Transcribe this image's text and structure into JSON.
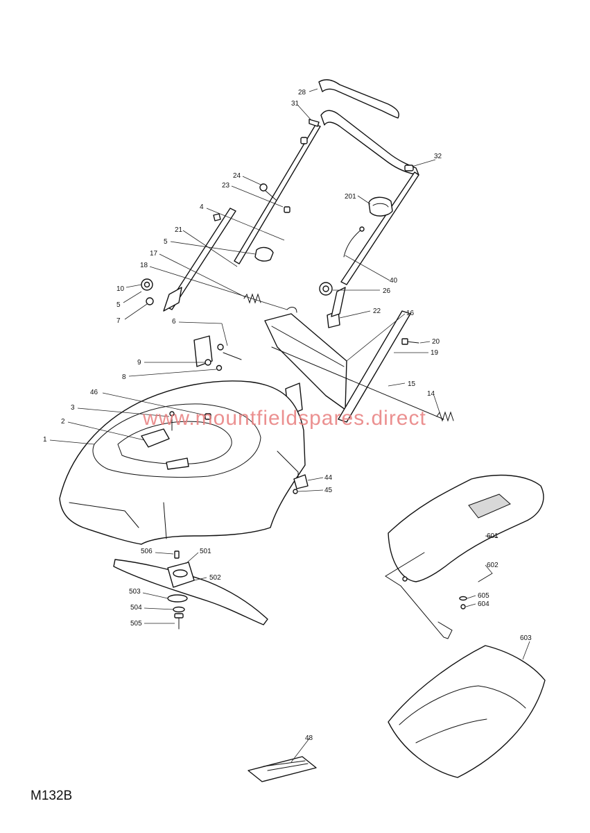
{
  "diagram_code": "M132B",
  "watermark": "www.mountfieldspares.direct",
  "callouts": [
    {
      "id": "c28",
      "label": "28"
    },
    {
      "id": "c31",
      "label": "31"
    },
    {
      "id": "c32",
      "label": "32"
    },
    {
      "id": "c24",
      "label": "24"
    },
    {
      "id": "c23",
      "label": "23"
    },
    {
      "id": "c201",
      "label": "201"
    },
    {
      "id": "c4",
      "label": "4"
    },
    {
      "id": "c21",
      "label": "21"
    },
    {
      "id": "c5a",
      "label": "5"
    },
    {
      "id": "c17",
      "label": "17"
    },
    {
      "id": "c18",
      "label": "18"
    },
    {
      "id": "c10",
      "label": "10"
    },
    {
      "id": "c5b",
      "label": "5"
    },
    {
      "id": "c7",
      "label": "7"
    },
    {
      "id": "c40",
      "label": "40"
    },
    {
      "id": "c26",
      "label": "26"
    },
    {
      "id": "c22",
      "label": "22"
    },
    {
      "id": "c16",
      "label": "16"
    },
    {
      "id": "c6",
      "label": "6"
    },
    {
      "id": "c20",
      "label": "20"
    },
    {
      "id": "c19",
      "label": "19"
    },
    {
      "id": "c9",
      "label": "9"
    },
    {
      "id": "c8",
      "label": "8"
    },
    {
      "id": "c15",
      "label": "15"
    },
    {
      "id": "c46",
      "label": "46"
    },
    {
      "id": "c14",
      "label": "14"
    },
    {
      "id": "c3",
      "label": "3"
    },
    {
      "id": "c2",
      "label": "2"
    },
    {
      "id": "c1",
      "label": "1"
    },
    {
      "id": "c44",
      "label": "44"
    },
    {
      "id": "c45",
      "label": "45"
    },
    {
      "id": "c506",
      "label": "506"
    },
    {
      "id": "c501",
      "label": "501"
    },
    {
      "id": "c502",
      "label": "502"
    },
    {
      "id": "c503",
      "label": "503"
    },
    {
      "id": "c504",
      "label": "504"
    },
    {
      "id": "c505",
      "label": "505"
    },
    {
      "id": "c601",
      "label": "601"
    },
    {
      "id": "c602",
      "label": "602"
    },
    {
      "id": "c605",
      "label": "605"
    },
    {
      "id": "c604",
      "label": "604"
    },
    {
      "id": "c603",
      "label": "603"
    },
    {
      "id": "c48",
      "label": "48"
    }
  ]
}
